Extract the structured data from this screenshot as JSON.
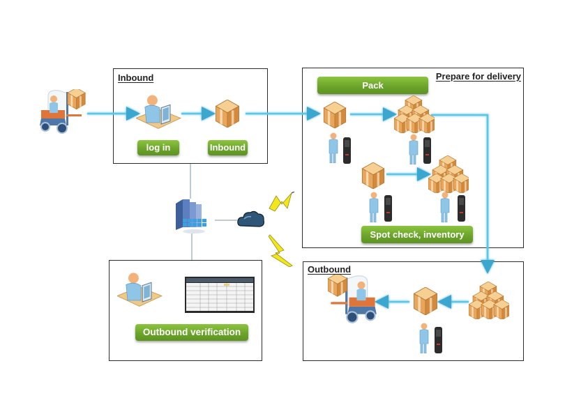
{
  "diagram": {
    "sections": {
      "inbound": {
        "title": "Inbound",
        "steps": [
          "log in",
          "Inbound"
        ]
      },
      "prepare": {
        "title": "Prepare for delivery",
        "top_label": "Pack",
        "bottom_label": "Spot check, inventory"
      },
      "verification": {
        "label": "Outbound verification"
      },
      "outbound": {
        "title": "Outbound"
      }
    },
    "icons": {
      "forklift": "forklift-icon",
      "worker_desk": "worker-at-desk-icon",
      "box": "box-icon",
      "box_pile": "box-pile-icon",
      "worker": "worker-icon",
      "scanner": "handheld-scanner-icon",
      "server": "server-icon",
      "cloud": "cloud-icon",
      "lightning": "wireless-lightning-icon",
      "spreadsheet": "spreadsheet-screen-icon"
    },
    "colors": {
      "flow_arrow": "#5cc6e6",
      "pill_green": "#6aa22a",
      "box_orange": "#e9a55a",
      "border": "#2b2b2b"
    }
  }
}
